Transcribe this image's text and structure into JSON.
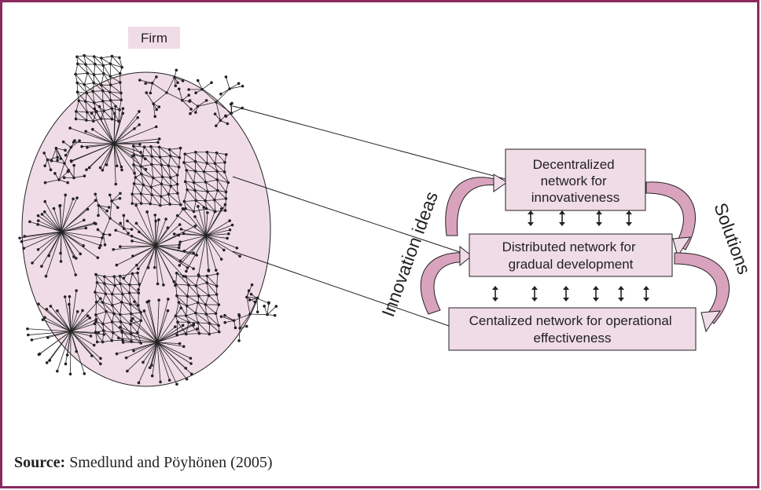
{
  "firm_label": "Firm",
  "boxes": {
    "decentralized": [
      "Decentralized",
      "network for",
      "innovativeness"
    ],
    "distributed": [
      "Distributed network for",
      "gradual development"
    ],
    "centralized": [
      "Centalized network for operational",
      "effectiveness"
    ]
  },
  "side_labels": {
    "left": "Innovation ideas",
    "right": "Solutions"
  },
  "source": {
    "label": "Source:",
    "text": " Smedlund and Pöyhönen (2005)"
  },
  "colors": {
    "frame": "#8b2a5f",
    "fill": "#f0dce6",
    "arrow_fill": "#d9a3be"
  }
}
